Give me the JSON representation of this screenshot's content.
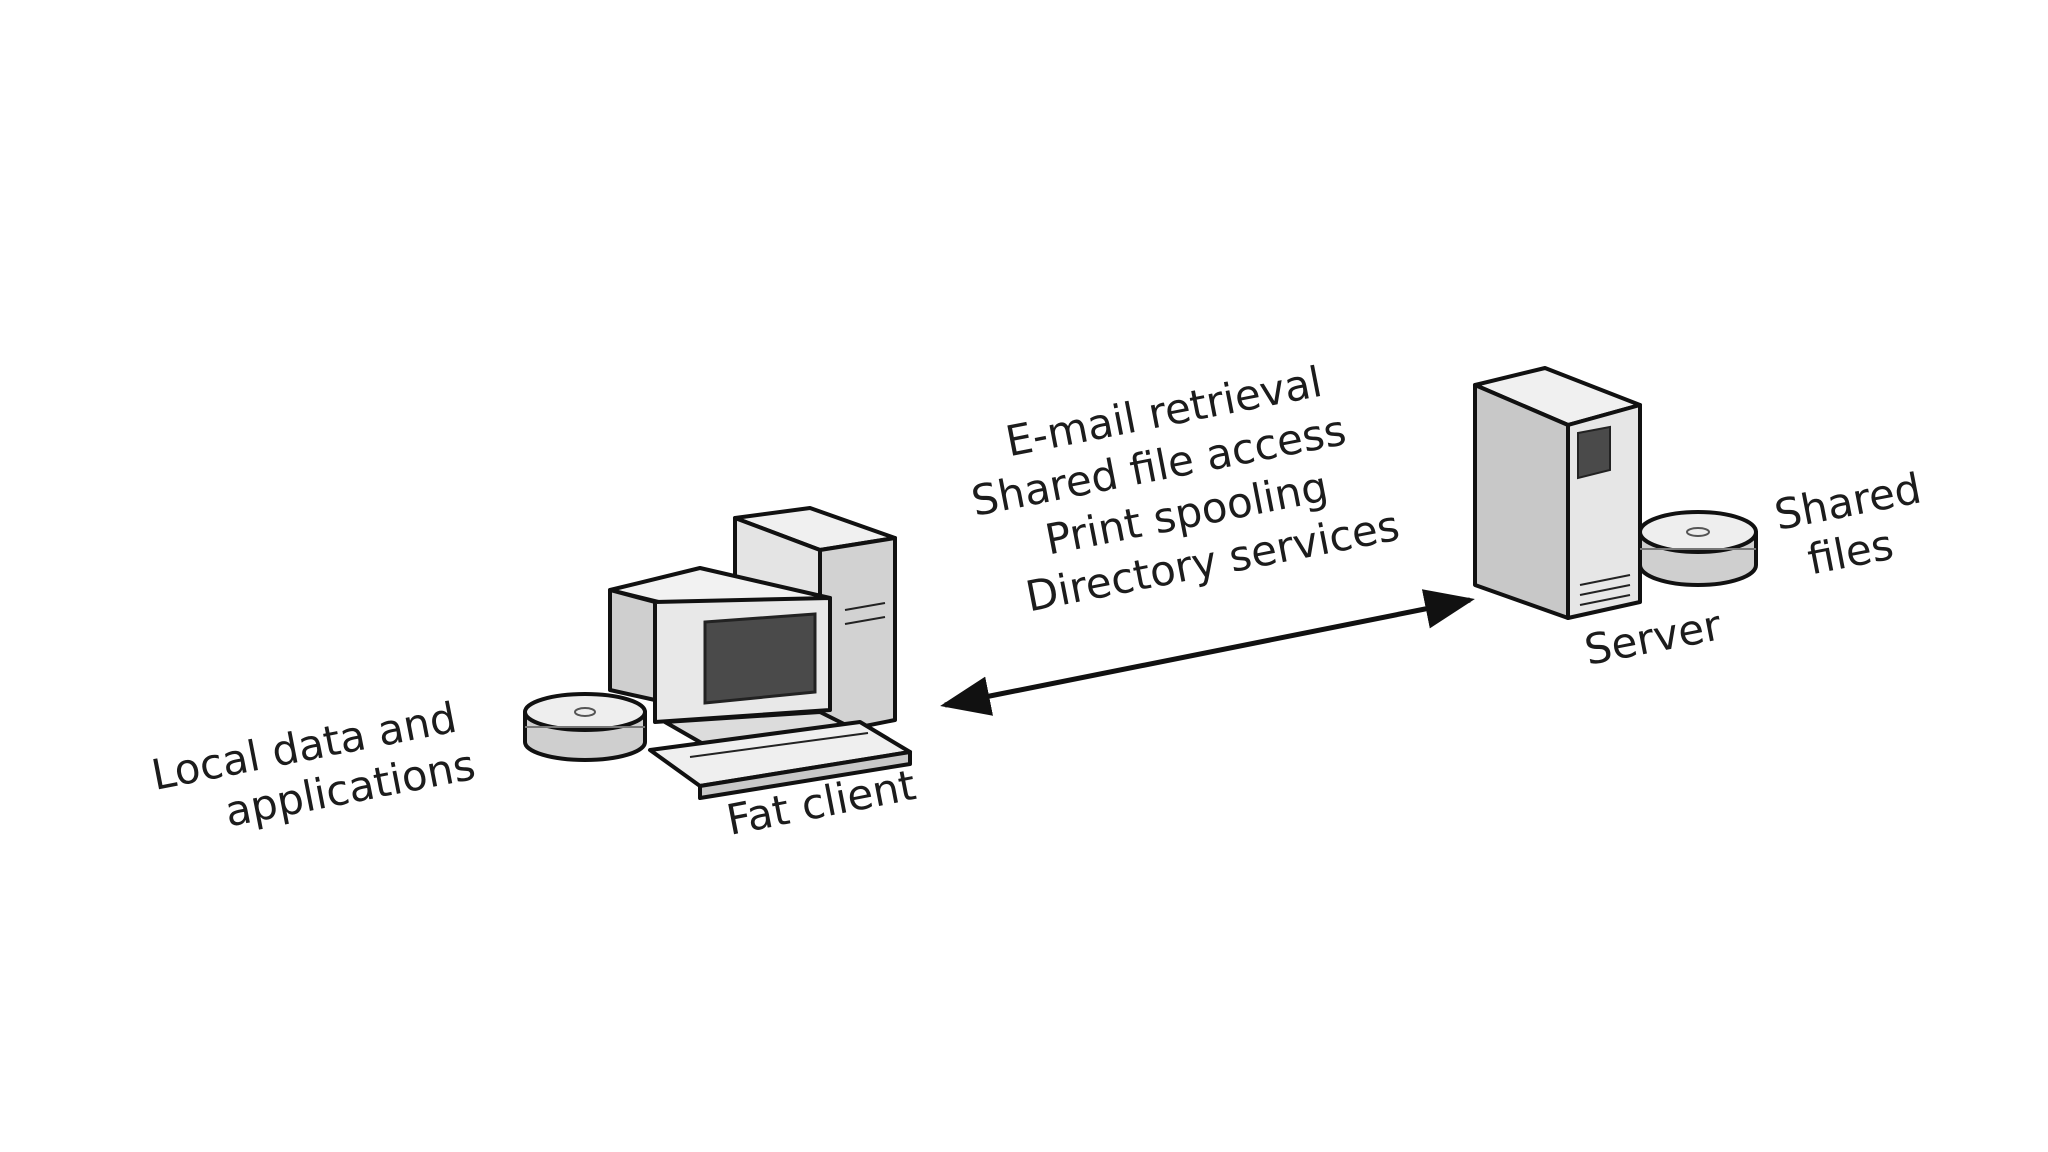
{
  "diagram": {
    "services": {
      "line1": "E-mail retrieval",
      "line2": "Shared file access",
      "line3": "Print spooling",
      "line4": "Directory services"
    },
    "client": {
      "label": "Fat client",
      "storage_line1": "Local data and",
      "storage_line2": "applications"
    },
    "server": {
      "label": "Server",
      "storage_line1": "Shared",
      "storage_line2": "files"
    },
    "colors": {
      "background": "#ffffff",
      "device_light": "#e6e6e6",
      "device_mid": "#c4c4c4",
      "screen": "#4a4a4a",
      "outline": "#111111"
    }
  }
}
